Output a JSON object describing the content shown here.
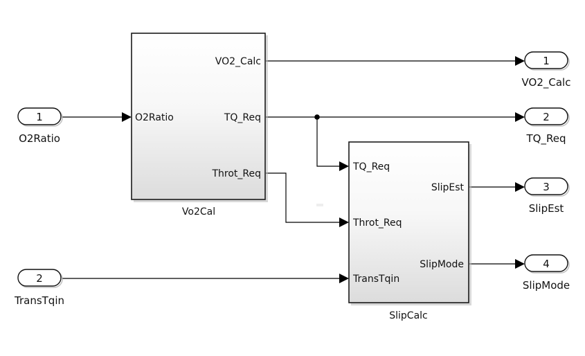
{
  "diagram": {
    "type": "simulink-block-diagram",
    "inports": [
      {
        "id": "inport-1",
        "number": "1",
        "name": "O2Ratio"
      },
      {
        "id": "inport-2",
        "number": "2",
        "name": "TransTqin"
      }
    ],
    "outports": [
      {
        "id": "outport-1",
        "number": "1",
        "name": "VO2_Calc"
      },
      {
        "id": "outport-2",
        "number": "2",
        "name": "TQ_Req"
      },
      {
        "id": "outport-3",
        "number": "3",
        "name": "SlipEst"
      },
      {
        "id": "outport-4",
        "number": "4",
        "name": "SlipMode"
      }
    ],
    "blocks": [
      {
        "id": "vo2cal",
        "name": "Vo2Cal",
        "inputs": [
          "O2Ratio"
        ],
        "outputs": [
          "VO2_Calc",
          "TQ_Req",
          "Throt_Req"
        ]
      },
      {
        "id": "slipcalc",
        "name": "SlipCalc",
        "inputs": [
          "TQ_Req",
          "Throt_Req",
          "TransTqin"
        ],
        "outputs": [
          "SlipEst",
          "SlipMode"
        ]
      }
    ],
    "connections": [
      {
        "from": "Inport 1 (O2Ratio)",
        "to": "Vo2Cal.O2Ratio"
      },
      {
        "from": "Vo2Cal.VO2_Calc",
        "to": "Outport 1 (VO2_Calc)"
      },
      {
        "from": "Vo2Cal.TQ_Req",
        "to": "Outport 2 (TQ_Req)"
      },
      {
        "from": "Vo2Cal.TQ_Req",
        "to": "SlipCalc.TQ_Req",
        "branch": true
      },
      {
        "from": "Vo2Cal.Throt_Req",
        "to": "SlipCalc.Throt_Req"
      },
      {
        "from": "Inport 2 (TransTqin)",
        "to": "SlipCalc.TransTqin"
      },
      {
        "from": "SlipCalc.SlipEst",
        "to": "Outport 3 (SlipEst)"
      },
      {
        "from": "SlipCalc.SlipMode",
        "to": "Outport 4 (SlipMode)"
      }
    ]
  }
}
